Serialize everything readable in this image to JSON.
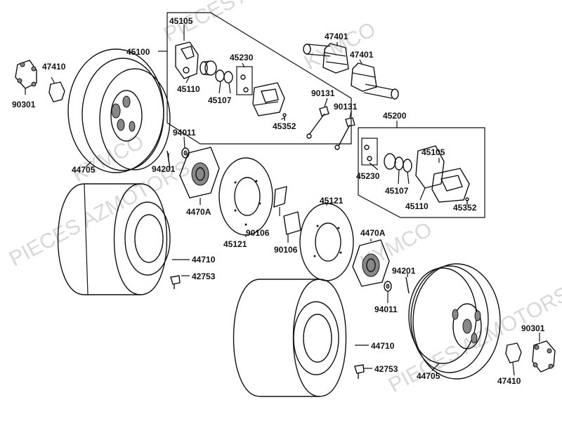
{
  "watermarks": [
    {
      "text": "PIECES AZMOTORS"
    },
    {
      "text": "KYMCO"
    },
    {
      "text": "PIECES AZMOTORS"
    },
    {
      "text": "KYMCO"
    },
    {
      "text": "PIECES AZMOTORS"
    },
    {
      "text": "KYMCO"
    }
  ],
  "labels": {
    "p45100": "45100",
    "p45105a": "45105",
    "p45110a": "45110",
    "p45107a": "45107",
    "p45230a": "45230",
    "p45352a": "45352",
    "p47401a": "47401",
    "p47401b": "47401",
    "p90131a": "90131",
    "p90131b": "90131",
    "p45200": "45200",
    "p45105b": "45105",
    "p45230b": "45230",
    "p45107b": "45107",
    "p45110b": "45110",
    "p45352b": "45352",
    "p47410a": "47410",
    "p90301a": "90301",
    "p44705a": "44705",
    "p94011a": "94011",
    "p94201a": "94201",
    "p4470Aa": "4470A",
    "p90106a": "90106",
    "p45121a": "45121",
    "p90106b": "90106",
    "p45121b": "45121",
    "p4470Ab": "4470A",
    "p94201b": "94201",
    "p94011b": "94011",
    "p44710a": "44710",
    "p42753a": "42753",
    "p44710b": "44710",
    "p42753b": "42753",
    "p44705b": "44705",
    "p90301b": "90301",
    "p47410b": "47410"
  },
  "colors": {
    "line": "#111111",
    "watermark": "#d8d8d8",
    "background": "#ffffff"
  }
}
